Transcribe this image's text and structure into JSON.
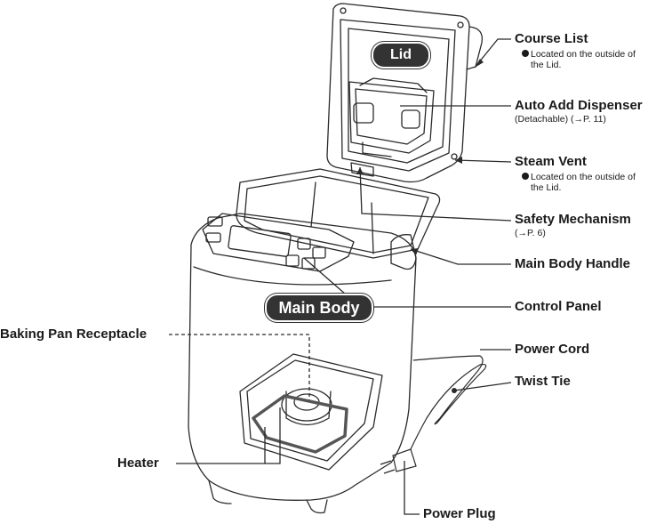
{
  "badges": {
    "lid": "Lid",
    "main_body": "Main Body"
  },
  "callouts": {
    "course_list": {
      "label": "Course List",
      "note_line1": "Located on the outside of",
      "note_line2": "the Lid."
    },
    "auto_add_dispenser": {
      "label": "Auto Add Dispenser",
      "sub": "(Detachable) (→P. 11)"
    },
    "steam_vent": {
      "label": "Steam Vent",
      "note_line1": "Located on the outside of",
      "note_line2": "the Lid."
    },
    "safety_mechanism": {
      "label": "Safety Mechanism",
      "sub": "(→P. 6)"
    },
    "main_body_handle": {
      "label": "Main Body Handle"
    },
    "control_panel": {
      "label": "Control Panel"
    },
    "baking_pan_receptacle": {
      "label": "Baking Pan Receptacle"
    },
    "power_cord": {
      "label": "Power Cord"
    },
    "twist_tie": {
      "label": "Twist Tie"
    },
    "heater": {
      "label": "Heater"
    },
    "power_plug": {
      "label": "Power Plug"
    }
  }
}
